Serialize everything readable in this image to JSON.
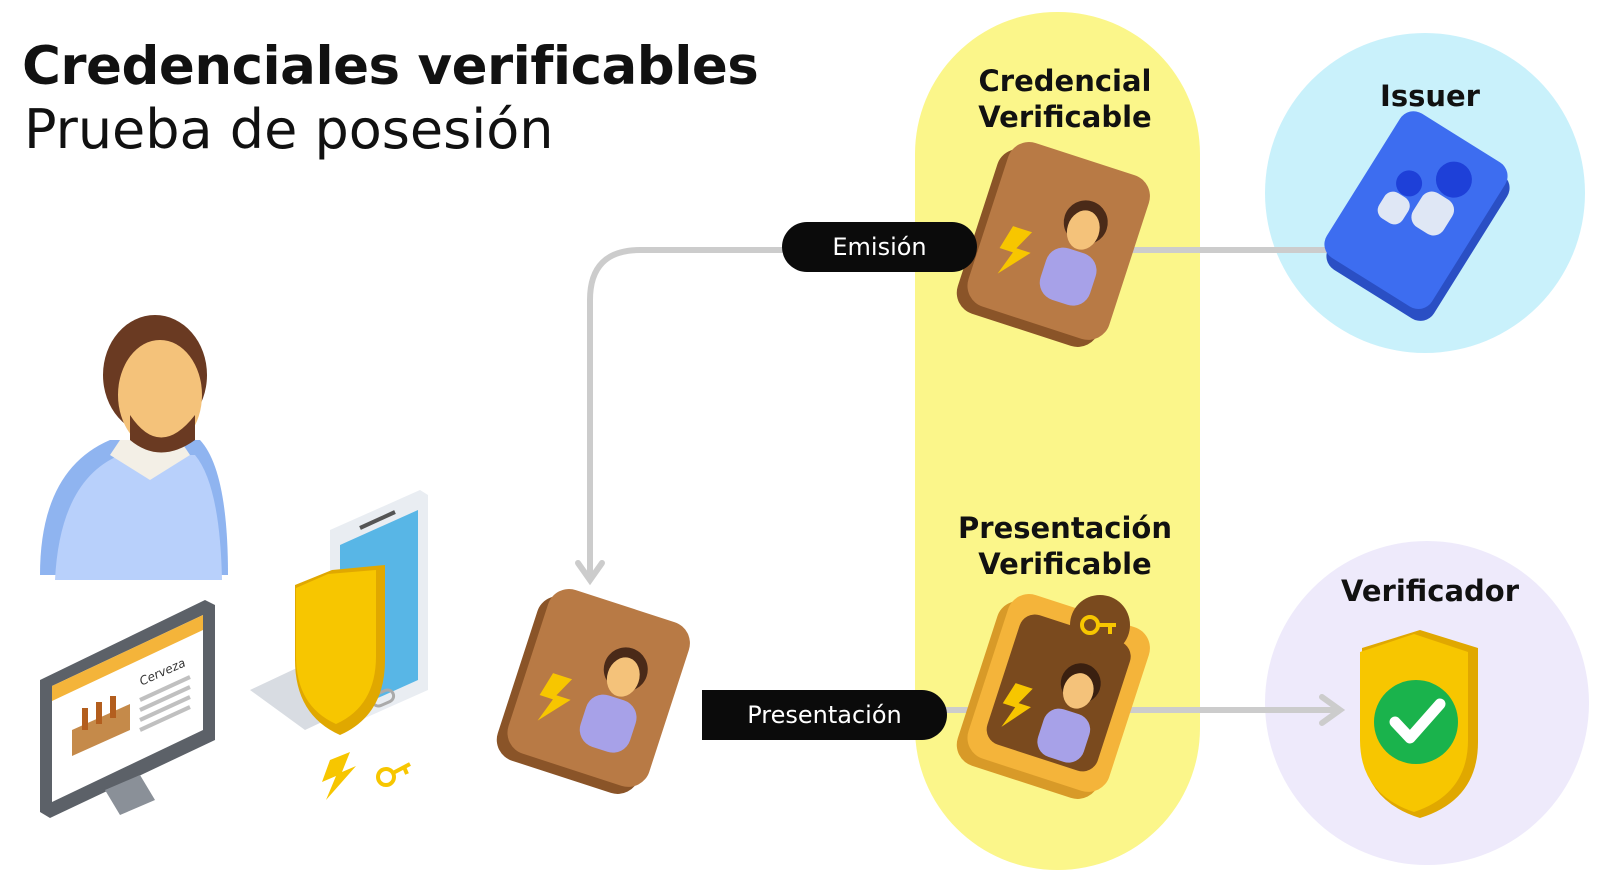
{
  "header": {
    "title": "Credenciales verificables",
    "subtitle": "Prueba de posesión"
  },
  "labels": {
    "verifiable_credential": [
      "Credencial",
      "Verificable"
    ],
    "verifiable_presentation": [
      "Presentación",
      "Verificable"
    ],
    "issuer": "Issuer",
    "verifier": "Verificador"
  },
  "flows": {
    "issuance": "Emisión",
    "presentation": "Presentación"
  },
  "monitor": {
    "product_text": "Cerveza"
  },
  "colors": {
    "highlight_band": "#fbf68a",
    "issuer_circle": "#c9f1fb",
    "verifier_circle": "#eeeafb",
    "pill": "#0b0b0b",
    "arrow": "#c8c8c8",
    "card_brown": "#b87a45",
    "card_gold": "#f4b43a",
    "shield_yellow": "#f7c600",
    "check_green": "#1ab34c",
    "issuer_blue": "#3d6df0"
  },
  "icons": [
    "person-icon",
    "monitor-icon",
    "phone-icon",
    "shield-icon",
    "lightning-icon",
    "key-icon",
    "credential-card-icon",
    "issuer-badge-icon",
    "verified-shield-icon",
    "check-icon"
  ]
}
